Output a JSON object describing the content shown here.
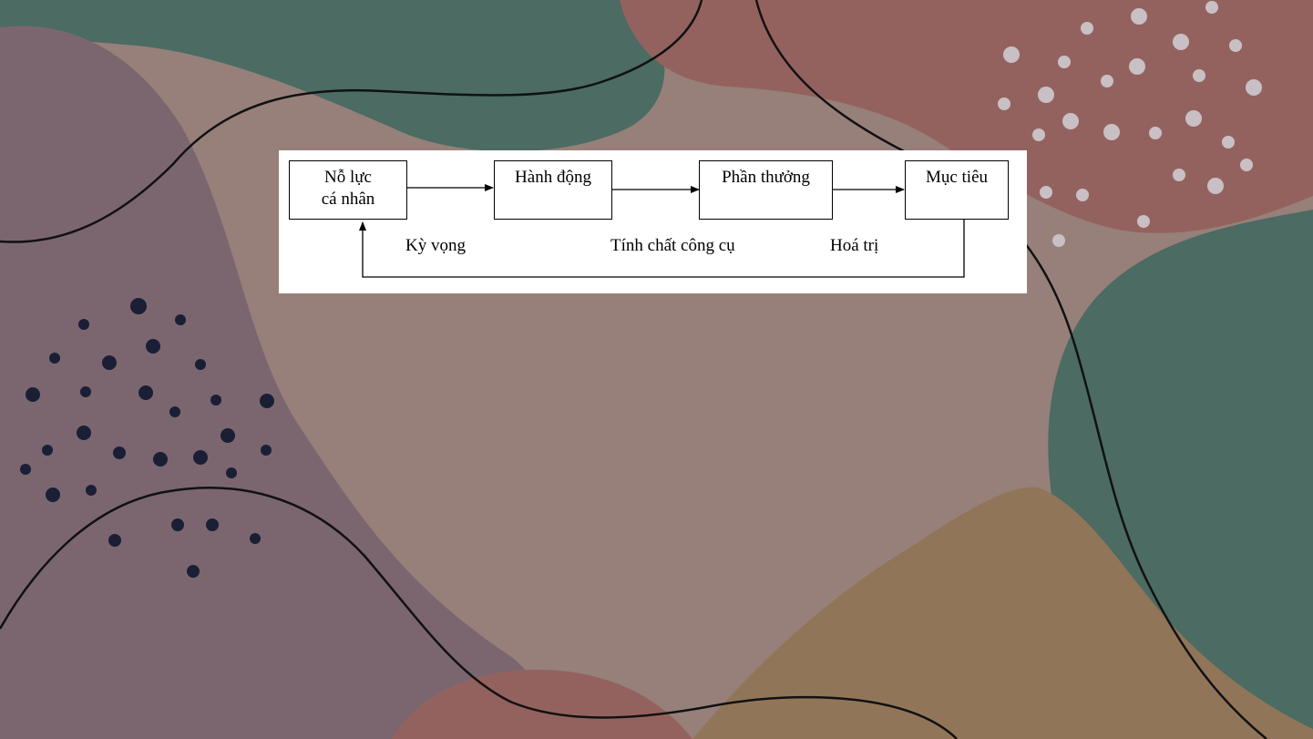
{
  "colors": {
    "background": "#968079",
    "teal_blob": "#4b6b63",
    "plum_blob": "#7b6670",
    "rose_blob": "#94625e",
    "ochre_blob": "#917558",
    "dark_dots": "#1a1f35",
    "light_dots": "#c8c0c4",
    "curve_line": "#111111"
  },
  "diagram": {
    "nodes": [
      {
        "id": "n1",
        "line1": "Nỗ lực",
        "line2": "cá nhân"
      },
      {
        "id": "n2",
        "line1": "Hành động",
        "line2": ""
      },
      {
        "id": "n3",
        "line1": "Phần thưởng",
        "line2": ""
      },
      {
        "id": "n4",
        "line1": "Mục tiêu",
        "line2": ""
      }
    ],
    "labels": {
      "expectancy": "Kỳ vọng",
      "instrumentality": "Tính chất công cụ",
      "valence": "Hoá trị"
    },
    "edges": [
      {
        "from": "n1",
        "to": "n2"
      },
      {
        "from": "n2",
        "to": "n3"
      },
      {
        "from": "n3",
        "to": "n4"
      },
      {
        "from": "n4",
        "to": "n1",
        "type": "feedback"
      }
    ]
  }
}
